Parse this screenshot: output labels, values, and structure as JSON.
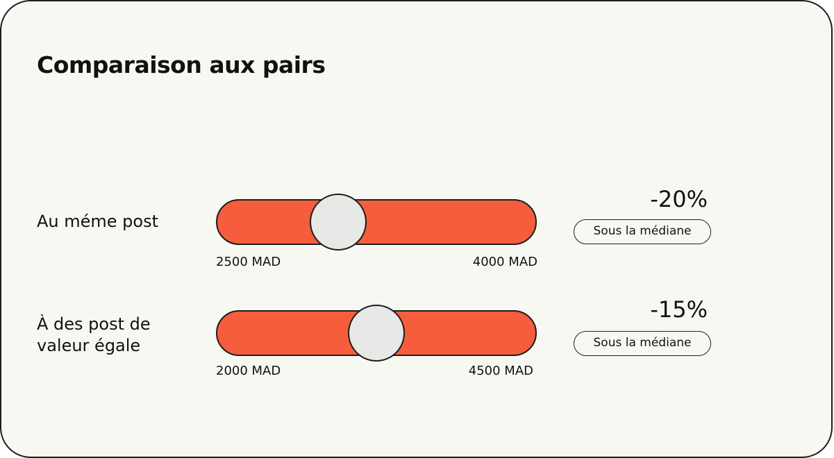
{
  "title": "Comparaison aux pairs",
  "rows": [
    {
      "label": "Au méme post",
      "min_label": "2500 MAD",
      "max_label": "4000 MAD",
      "position": 0.38,
      "percent": "-20%",
      "badge": "Sous la médiane",
      "bar_color": "#f55d3c"
    },
    {
      "label": "À des post de valeur égale",
      "min_label": "2000 MAD",
      "max_label": "4500 MAD",
      "position": 0.5,
      "percent": "-15%",
      "badge": "Sous la médiane",
      "bar_color": "#f55d3c"
    }
  ]
}
